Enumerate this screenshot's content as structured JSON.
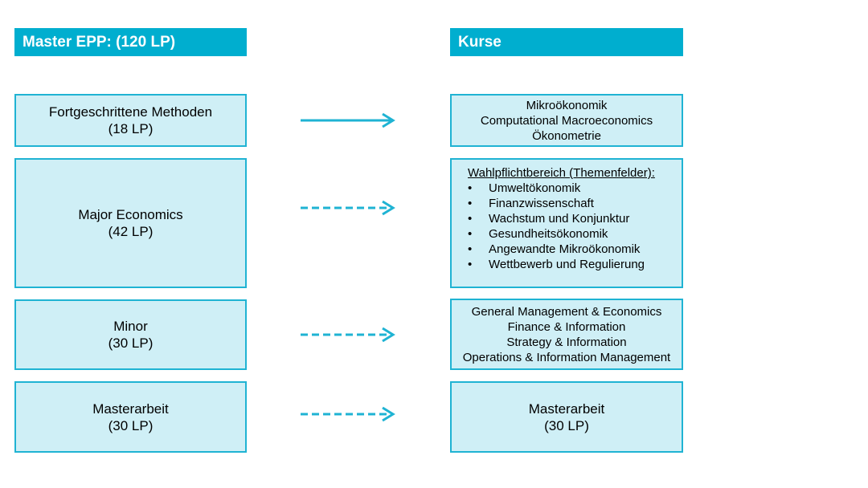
{
  "header": {
    "left": "Master EPP: (120 LP)",
    "right": "Kurse"
  },
  "modules": [
    {
      "name": "Fortgeschrittene Methoden",
      "lp": "(18 LP)"
    },
    {
      "name": "Major Economics",
      "lp": "(42 LP)"
    },
    {
      "name": "Minor",
      "lp": "(30 LP)"
    },
    {
      "name": "Masterarbeit",
      "lp": "(30 LP)"
    }
  ],
  "courses": {
    "methods": [
      "Mikroökonomik",
      "Computational Macroeconomics",
      "Ökonometrie"
    ],
    "wahlpflicht": {
      "title": "Wahlpflichtbereich (Themenfelder):",
      "bullet": "•",
      "items": [
        "Umweltökonomik",
        "Finanzwissenschaft",
        "Wachstum und Konjunktur",
        "Gesundheitsökonomik",
        "Angewandte Mikroökonomik",
        "Wettbewerb und Regulierung"
      ]
    },
    "minor": [
      "General Management & Economics",
      "Finance & Information",
      "Strategy & Information",
      "Operations & Information Management"
    ],
    "thesis": {
      "name": "Masterarbeit",
      "lp": "(30 LP)"
    }
  },
  "arrows": [
    {
      "style": "solid"
    },
    {
      "style": "dashed"
    },
    {
      "style": "dashed"
    },
    {
      "style": "dashed"
    }
  ],
  "colors": {
    "header_bg": "#00AECF",
    "box_fill": "#CFEFF6",
    "box_border": "#1FB3D3",
    "arrow": "#1FB3D3"
  }
}
